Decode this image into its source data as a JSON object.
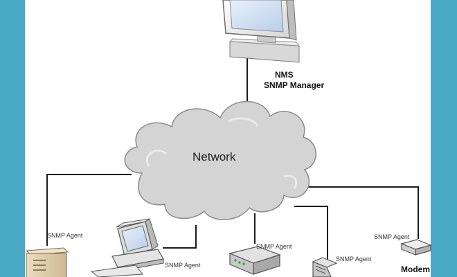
{
  "colors": {
    "frame": "#4aa9c4",
    "canvas": "#ffffff",
    "cloud_fill": "#d4d4d4",
    "cloud_stroke": "#8a8a8a",
    "link": "#1a1a1a"
  },
  "nms": {
    "title": "NMS",
    "subtitle": "SNMP Manager",
    "icon": "monitor-icon"
  },
  "cloud": {
    "label": "Network",
    "icon": "cloud-icon"
  },
  "devices": [
    {
      "id": "server",
      "icon": "tower-server-icon",
      "agent_label": "SNMP Agent",
      "name": ""
    },
    {
      "id": "workstation",
      "icon": "desktop-computer-icon",
      "agent_label": "SNMP Agent",
      "name": ""
    },
    {
      "id": "router",
      "icon": "router-icon",
      "agent_label": "SNMP Agent",
      "name": ""
    },
    {
      "id": "switch",
      "icon": "switch-icon",
      "agent_label": "SNMP Agent",
      "name": ""
    },
    {
      "id": "modem",
      "icon": "modem-icon",
      "agent_label": "SNMP Agent",
      "name": "Modem"
    }
  ]
}
